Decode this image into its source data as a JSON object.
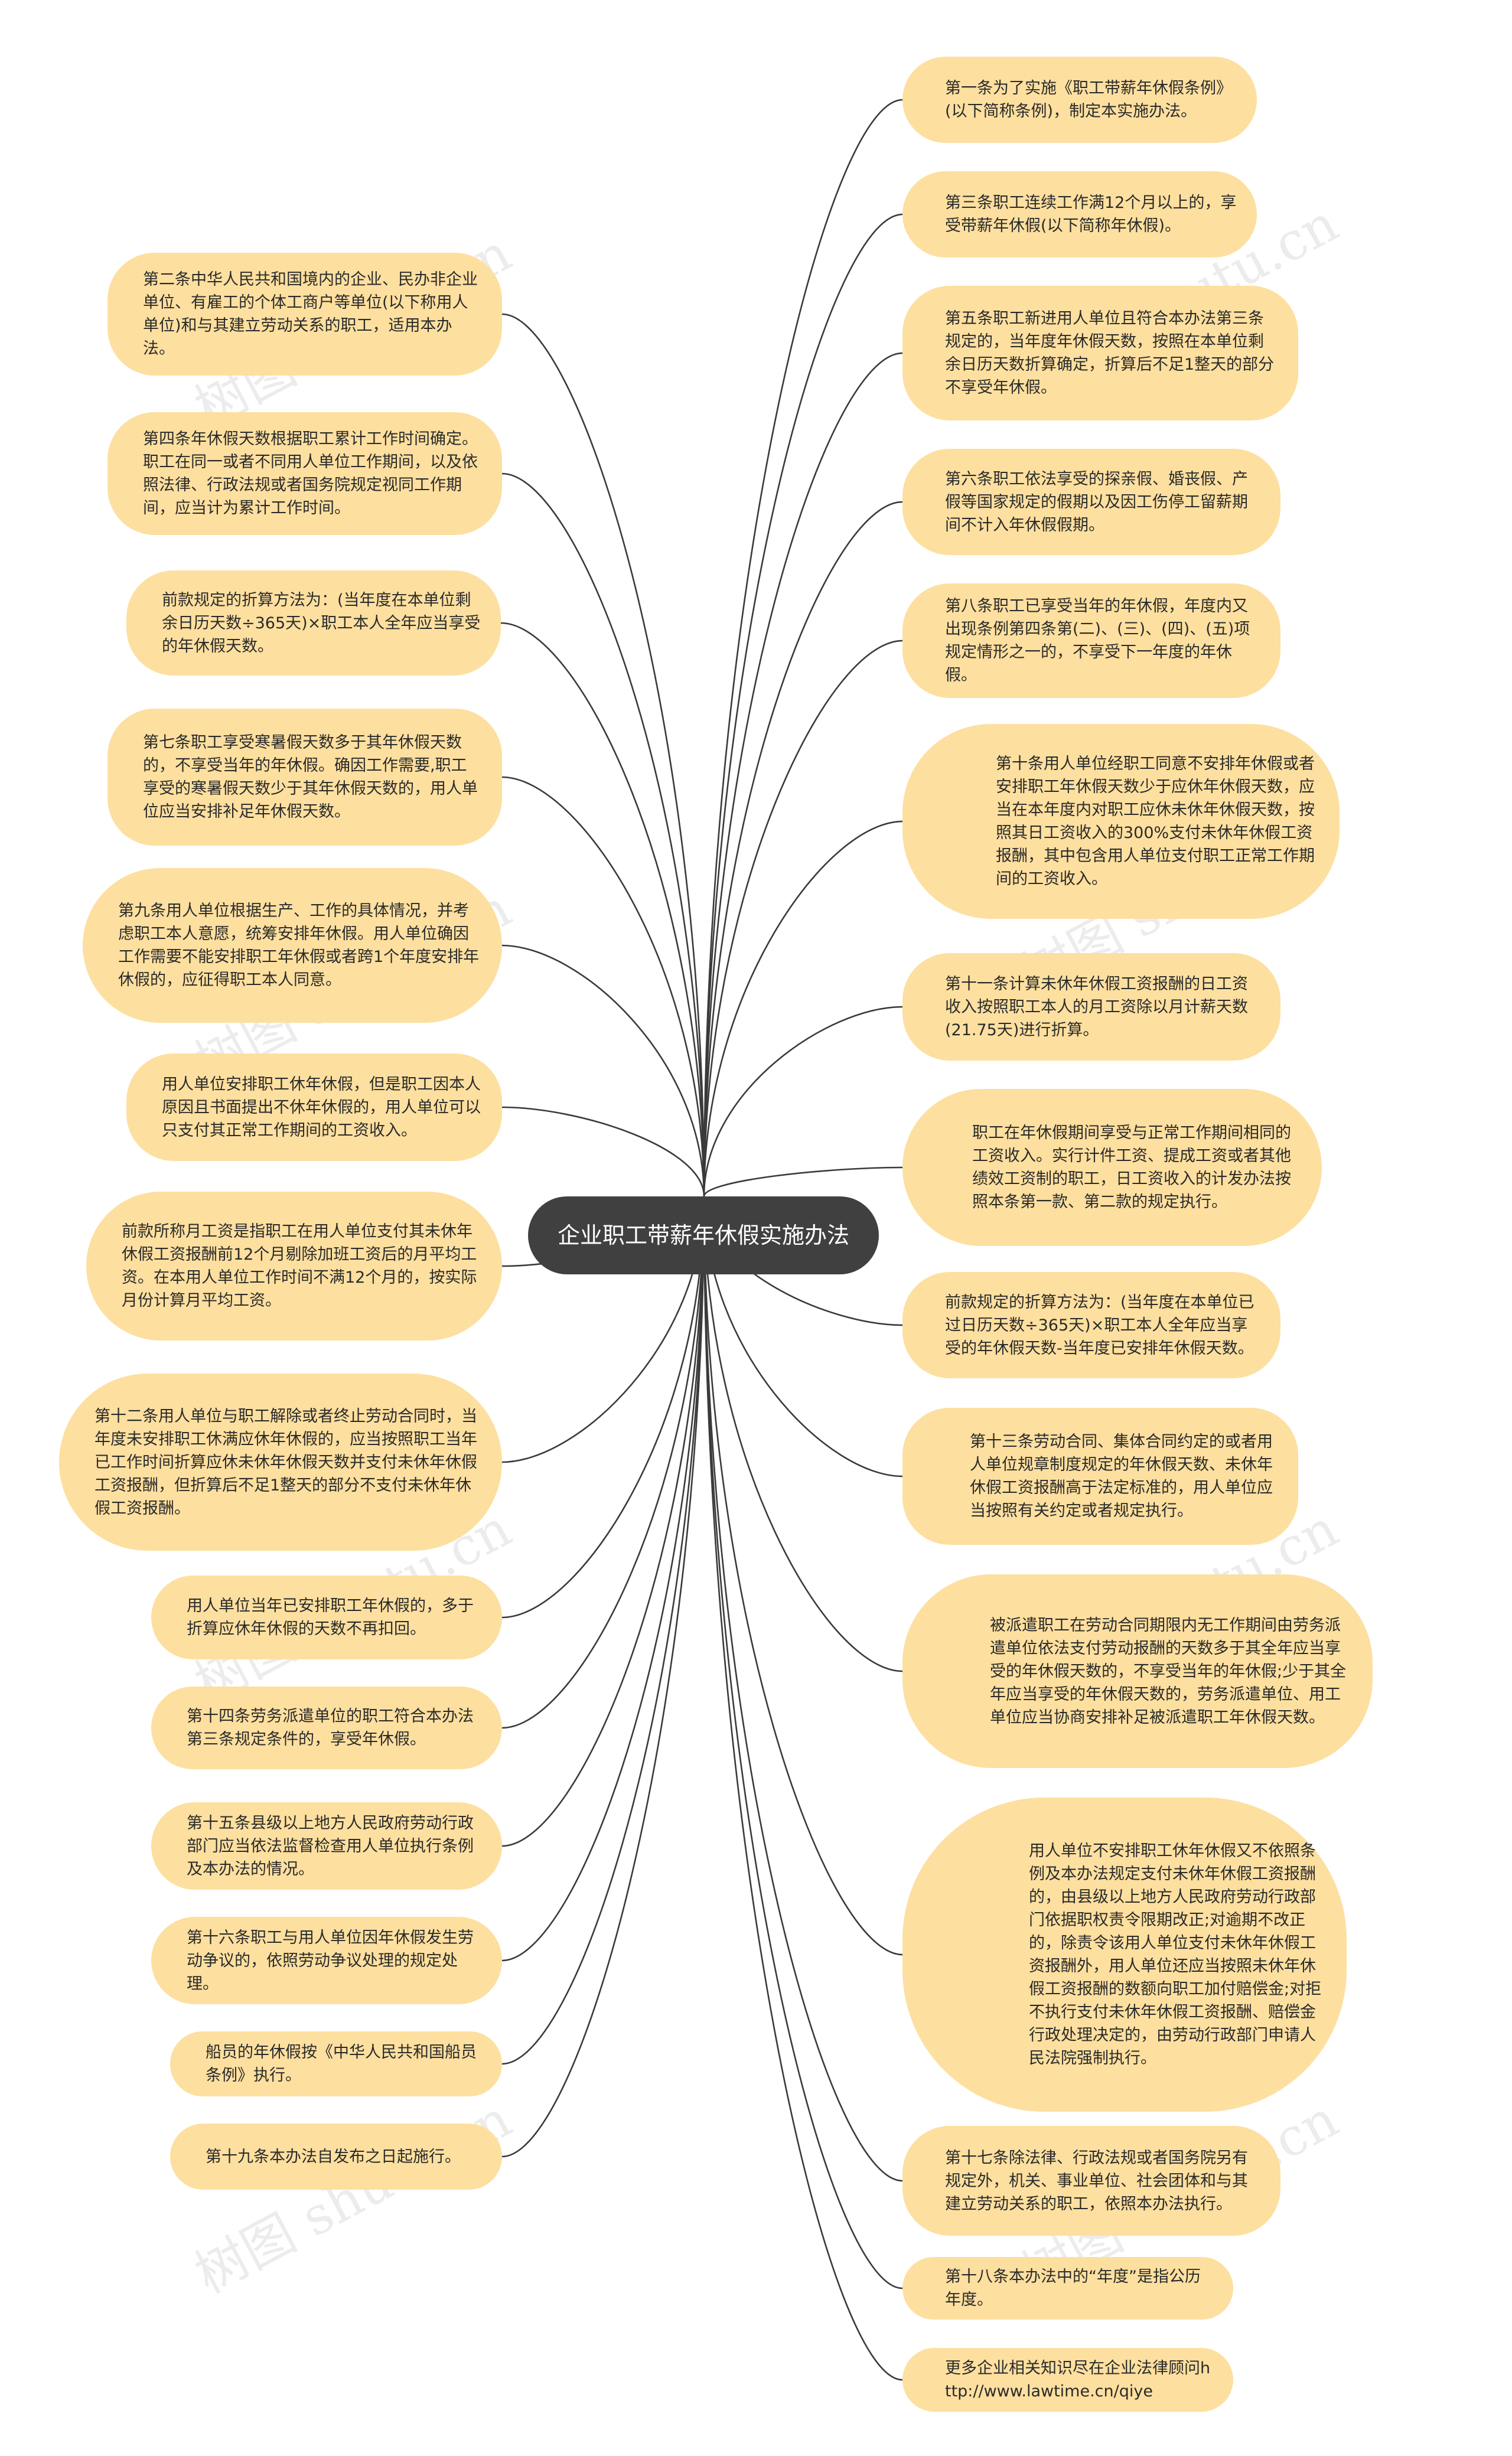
{
  "root": {
    "title": "企业职工带薪年休假实施办法"
  },
  "left_nodes": [
    "第二条中华人民共和国境内的企业、民办非企业单位、有雇工的个体工商户等单位(以下称用人单位)和与其建立劳动关系的职工，适用本办法。",
    "第四条年休假天数根据职工累计工作时间确定。职工在同一或者不同用人单位工作期间，以及依照法律、行政法规或者国务院规定视同工作期间，应当计为累计工作时间。",
    "前款规定的折算方法为：(当年度在本单位剩余日历天数÷365天)×职工本人全年应当享受的年休假天数。",
    "第七条职工享受寒暑假天数多于其年休假天数的，不享受当年的年休假。确因工作需要,职工享受的寒暑假天数少于其年休假天数的，用人单位应当安排补足年休假天数。",
    "第九条用人单位根据生产、工作的具体情况，并考虑职工本人意愿，统筹安排年休假。用人单位确因工作需要不能安排职工年休假或者跨1个年度安排年休假的，应征得职工本人同意。",
    "用人单位安排职工休年休假，但是职工因本人原因且书面提出不休年休假的，用人单位可以只支付其正常工作期间的工资收入。",
    "前款所称月工资是指职工在用人单位支付其未休年休假工资报酬前12个月剔除加班工资后的月平均工资。在本用人单位工作时间不满12个月的，按实际月份计算月平均工资。",
    "第十二条用人单位与职工解除或者终止劳动合同时，当年度未安排职工休满应休年休假的，应当按照职工当年已工作时间折算应休未休年休假天数并支付未休年休假工资报酬，但折算后不足1整天的部分不支付未休年休假工资报酬。",
    "用人单位当年已安排职工年休假的，多于折算应休年休假的天数不再扣回。",
    "第十四条劳务派遣单位的职工符合本办法第三条规定条件的，享受年休假。",
    "第十五条县级以上地方人民政府劳动行政部门应当依法监督检查用人单位执行条例及本办法的情况。",
    "第十六条职工与用人单位因年休假发生劳动争议的，依照劳动争议处理的规定处理。",
    "船员的年休假按《中华人民共和国船员条例》执行。",
    "第十九条本办法自发布之日起施行。"
  ],
  "right_nodes": [
    "第一条为了实施《职工带薪年休假条例》(以下简称条例)，制定本实施办法。",
    "第三条职工连续工作满12个月以上的，享受带薪年休假(以下简称年休假)。",
    "第五条职工新进用人单位且符合本办法第三条规定的，当年度年休假天数，按照在本单位剩余日历天数折算确定，折算后不足1整天的部分不享受年休假。",
    "第六条职工依法享受的探亲假、婚丧假、产假等国家规定的假期以及因工伤停工留薪期间不计入年休假假期。",
    "第八条职工已享受当年的年休假，年度内又出现条例第四条第(二)、(三)、(四)、(五)项规定情形之一的，不享受下一年度的年休假。",
    "第十条用人单位经职工同意不安排年休假或者安排职工年休假天数少于应休年休假天数，应当在本年度内对职工应休未休年休假天数，按照其日工资收入的300%支付未休年休假工资报酬，其中包含用人单位支付职工正常工作期间的工资收入。",
    "第十一条计算未休年休假工资报酬的日工资收入按照职工本人的月工资除以月计薪天数(21.75天)进行折算。",
    "职工在年休假期间享受与正常工作期间相同的工资收入。实行计件工资、提成工资或者其他绩效工资制的职工，日工资收入的计发办法按照本条第一款、第二款的规定执行。",
    "前款规定的折算方法为：(当年度在本单位已过日历天数÷365天)×职工本人全年应当享受的年休假天数-当年度已安排年休假天数。",
    "第十三条劳动合同、集体合同约定的或者用人单位规章制度规定的年休假天数、未休年休假工资报酬高于法定标准的，用人单位应当按照有关约定或者规定执行。",
    "被派遣职工在劳动合同期限内无工作期间由劳务派遣单位依法支付劳动报酬的天数多于其全年应当享受的年休假天数的，不享受当年的年休假;少于其全年应当享受的年休假天数的，劳务派遣单位、用工单位应当协商安排补足被派遣职工年休假天数。",
    "用人单位不安排职工休年休假又不依照条例及本办法规定支付未休年休假工资报酬的，由县级以上地方人民政府劳动行政部门依据职权责令限期改正;对逾期不改正的，除责令该用人单位支付未休年休假工资报酬外，用人单位还应当按照未休年休假工资报酬的数额向职工加付赔偿金;对拒不执行支付未休年休假工资报酬、赔偿金行政处理决定的，由劳动行政部门申请人民法院强制执行。",
    "第十七条除法律、行政法规或者国务院另有规定外，机关、事业单位、社会团体和与其建立劳动关系的职工，依照本办法执行。",
    "第十八条本办法中的“年度”是指公历年度。",
    "更多企业相关知识尽在企业法律顾问http://www.lawtime.cn/qiye"
  ],
  "watermarks": [
    "树图 shutu.cn",
    "树图 shutu.cn",
    "树图 shutu.cn",
    "树图 shutu.cn",
    "树图 shutu.cn",
    "树图 shutu.cn",
    "树图 shutu.cn",
    "树图 shutu.cn"
  ],
  "colors": {
    "node_bg": "#fddf9f",
    "root_bg": "#404040",
    "line": "#3a3a3a"
  }
}
